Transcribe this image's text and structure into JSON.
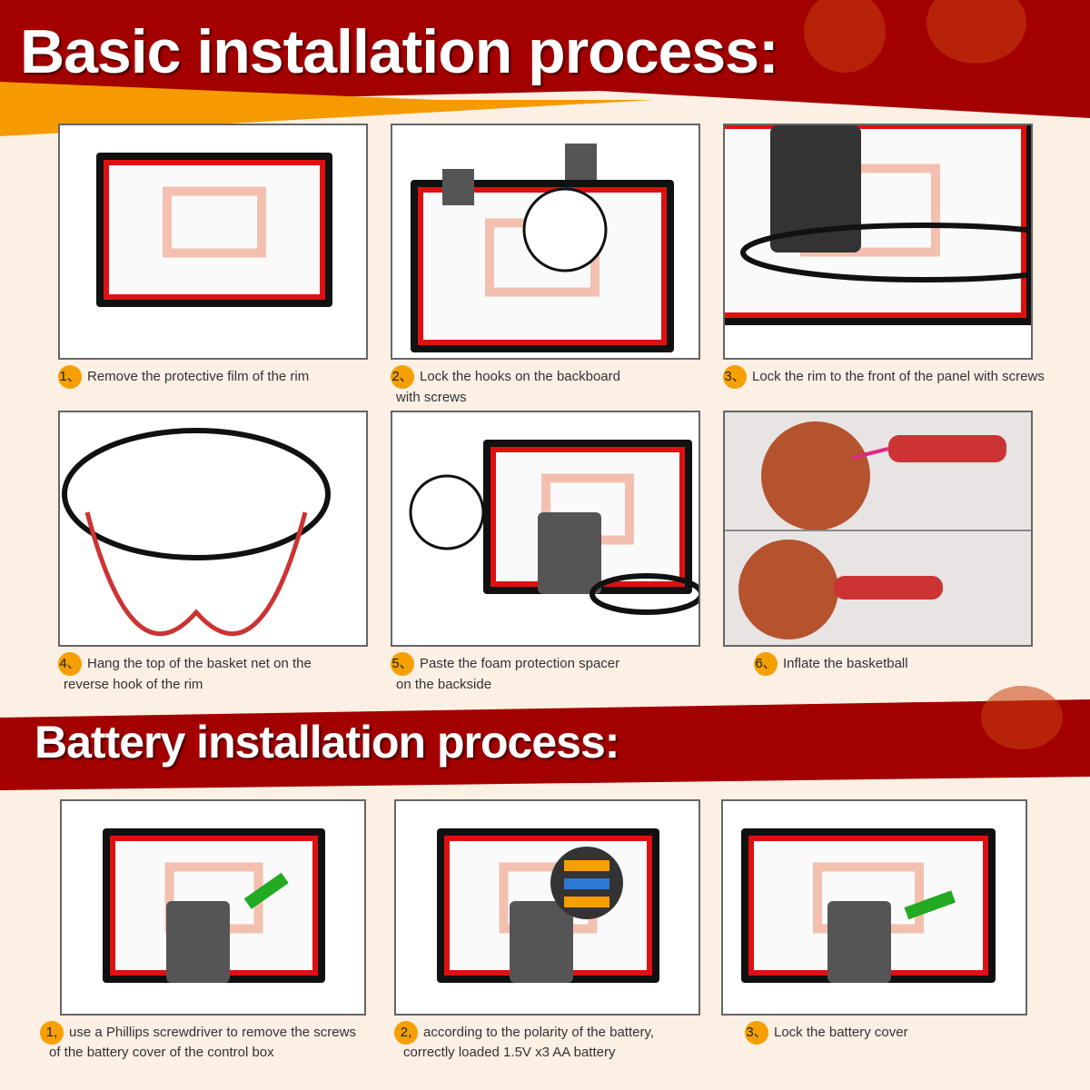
{
  "basic": {
    "title": "Basic installation process:",
    "steps": [
      {
        "num": "1、",
        "text": "Remove the protective film of the rim"
      },
      {
        "num": "2、",
        "text": "Lock the hooks on the backboard",
        "text2": "with screws"
      },
      {
        "num": "3、",
        "text": "Lock the rim to the front of the panel with screws"
      },
      {
        "num": "4、",
        "text": "Hang the top of the basket net on the",
        "text2": "reverse hook of the rim"
      },
      {
        "num": "5、",
        "text": "Paste the foam protection spacer",
        "text2": "on the backside"
      },
      {
        "num": "6、",
        "text": "Inflate the basketball"
      }
    ]
  },
  "battery": {
    "title": "Battery installation process:",
    "steps": [
      {
        "num": "1,",
        "text": "use a Phillips screwdriver to remove the screws",
        "text2": "of the battery cover of the control box"
      },
      {
        "num": "2,",
        "text": "according to the polarity of the battery,",
        "text2": "correctly loaded 1.5V x3 AA battery"
      },
      {
        "num": "3、",
        "text": "Lock the battery cover"
      }
    ]
  },
  "colors": {
    "red": "#a30000",
    "orange": "#f5a000",
    "cream": "#fcefe3"
  }
}
